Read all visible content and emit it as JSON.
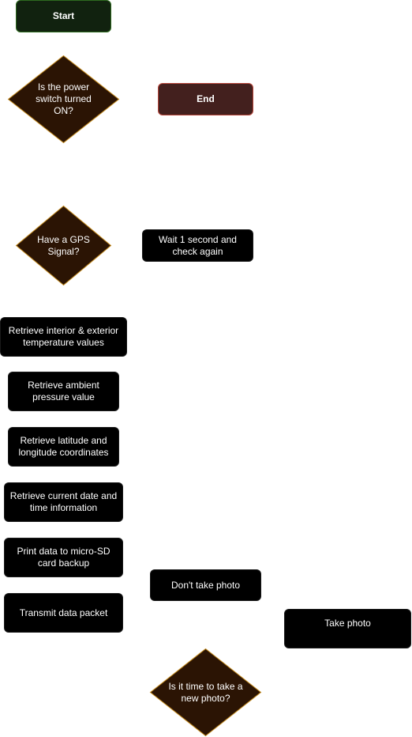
{
  "nodes": {
    "start": "Start",
    "end": "End",
    "power_question": "Is the power switch turned ON?",
    "gps_question": "Have a GPS Signal?",
    "wait": "Wait 1 second and check again",
    "retrieve_temp": "Retrieve interior & exterior temperature values",
    "retrieve_pressure": "Retrieve ambient pressure value",
    "retrieve_coords": "Retrieve latitude and longitude coordinates",
    "retrieve_datetime": "Retrieve current date and time information",
    "print_sd": "Print data to micro-SD card backup",
    "transmit": "Transmit data packet",
    "dont_take_photo": "Don't take photo",
    "take_photo": "Take photo",
    "photo_question": "Is it time to take a new photo?"
  },
  "colors": {
    "start_fill": "#11220f",
    "start_border": "#2e6b1f",
    "end_fill": "#43201e",
    "end_border": "#b8453a",
    "process_fill": "#000000",
    "decision_fill": "#2b1404",
    "decision_border": "#c48a1d"
  }
}
